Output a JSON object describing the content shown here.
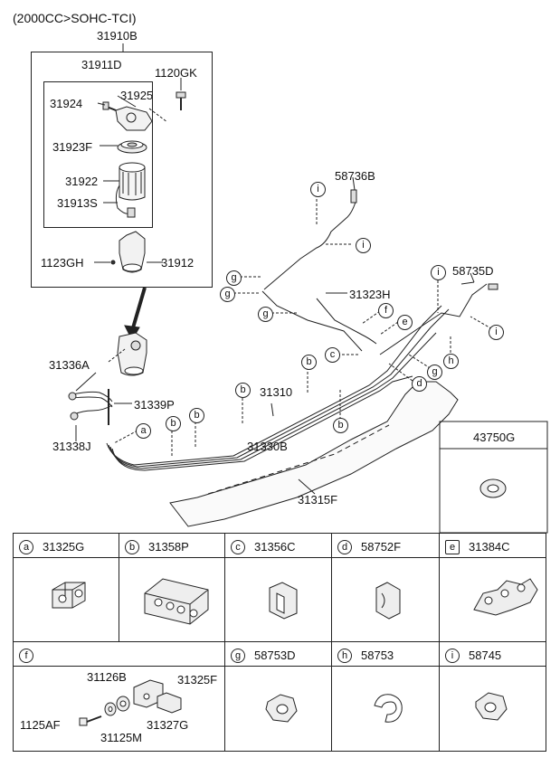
{
  "title": "(2000CC>SOHC-TCI)",
  "assembly": {
    "outer_code": "31910B",
    "inner_code": "31911D"
  },
  "parts": {
    "p1120GK": "1120GK",
    "p31924": "31924",
    "p31925": "31925",
    "p31923F": "31923F",
    "p31922": "31922",
    "p31913S": "31913S",
    "p1123GH": "1123GH",
    "p31912": "31912",
    "p58736B": "58736B",
    "p58735D": "58735D",
    "p31323H": "31323H",
    "p31336A": "31336A",
    "p31339P": "31339P",
    "p31338J": "31338J",
    "p31310": "31310",
    "p31330B": "31330B",
    "p31315F": "31315F",
    "p43750G": "43750G"
  },
  "callouts": [
    "a",
    "b",
    "c",
    "d",
    "e",
    "f",
    "g",
    "h",
    "i"
  ],
  "table": {
    "row1": [
      {
        "letter": "a",
        "code": "31325G"
      },
      {
        "letter": "b",
        "code": "31358P"
      },
      {
        "letter": "c",
        "code": "31356C"
      },
      {
        "letter": "d",
        "code": "58752F"
      },
      {
        "letter": "e",
        "code": "31384C"
      }
    ],
    "row2": [
      {
        "letter": "f",
        "code": ""
      },
      {
        "letter": "g",
        "code": "58753D"
      },
      {
        "letter": "h",
        "code": "58753"
      },
      {
        "letter": "i",
        "code": "58745"
      }
    ],
    "f_parts": {
      "c31126B": "31126B",
      "c31325F": "31325F",
      "c1125AF": "1125AF",
      "c31327G": "31327G",
      "c31125M": "31125M"
    }
  }
}
